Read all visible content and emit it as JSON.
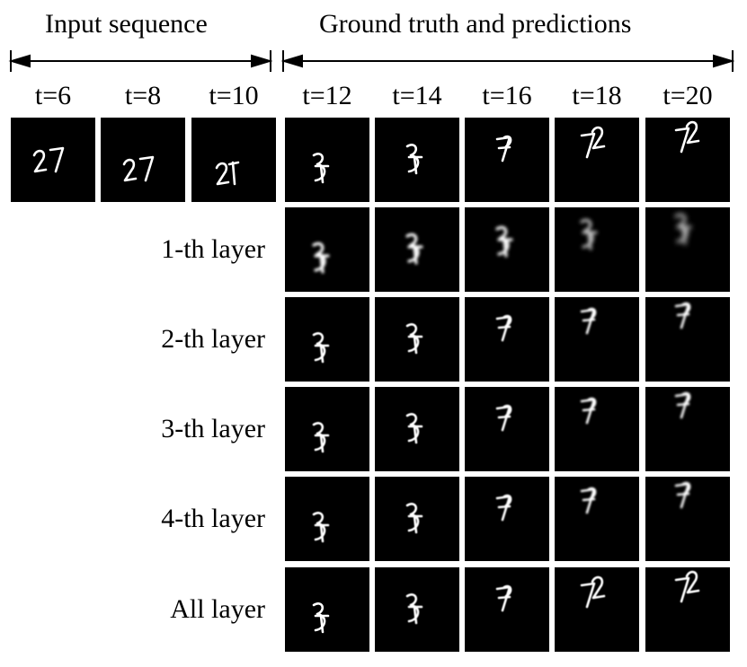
{
  "headers": {
    "input": "Input sequence",
    "output": "Ground truth and predictions"
  },
  "time_labels": [
    "t=6",
    "t=8",
    "t=10",
    "t=12",
    "t=14",
    "t=16",
    "t=18",
    "t=20"
  ],
  "input_frames": [
    {
      "glyph": "27"
    },
    {
      "glyph": "27"
    },
    {
      "glyph": "21"
    }
  ],
  "rows": [
    {
      "label": "",
      "kind": "ground-truth",
      "glyphs": [
        "3",
        "3",
        "7",
        "72",
        "72"
      ],
      "blur": [
        0,
        0,
        0,
        0,
        0
      ]
    },
    {
      "label": "1-th layer",
      "kind": "prediction",
      "glyphs": [
        "3",
        "3",
        "3",
        "3",
        "3"
      ],
      "blur": [
        1.6,
        1.6,
        1.8,
        2.2,
        3.0
      ]
    },
    {
      "label": "2-th layer",
      "kind": "prediction",
      "glyphs": [
        "3",
        "3",
        "7",
        "7",
        "7"
      ],
      "blur": [
        0.5,
        0.6,
        0.8,
        1.0,
        1.2
      ]
    },
    {
      "label": "3-th layer",
      "kind": "prediction",
      "glyphs": [
        "3",
        "3",
        "7",
        "7",
        "7"
      ],
      "blur": [
        0.5,
        0.6,
        0.8,
        1.0,
        1.2
      ]
    },
    {
      "label": "4-th layer",
      "kind": "prediction",
      "glyphs": [
        "3",
        "3",
        "7",
        "7",
        "7"
      ],
      "blur": [
        0.5,
        0.6,
        0.8,
        1.0,
        1.3
      ]
    },
    {
      "label": "All layer",
      "kind": "prediction",
      "glyphs": [
        "3",
        "3",
        "7",
        "72",
        "72"
      ],
      "blur": [
        0.3,
        0.4,
        0.4,
        0.5,
        0.5
      ]
    }
  ]
}
